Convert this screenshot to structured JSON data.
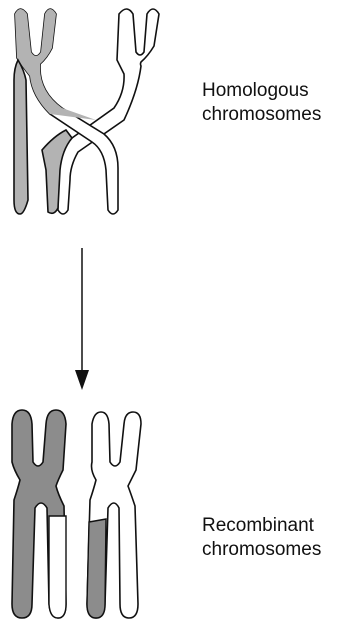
{
  "labels": {
    "top_line1": "Homologous",
    "top_line2": "chromosomes",
    "bottom_line1": "Recombinant",
    "bottom_line2": "chromosomes"
  },
  "colors": {
    "shaded_gray": "#b3b3b3",
    "dark_gray": "#8c8c8c",
    "white": "#ffffff",
    "outline": "#111111"
  }
}
